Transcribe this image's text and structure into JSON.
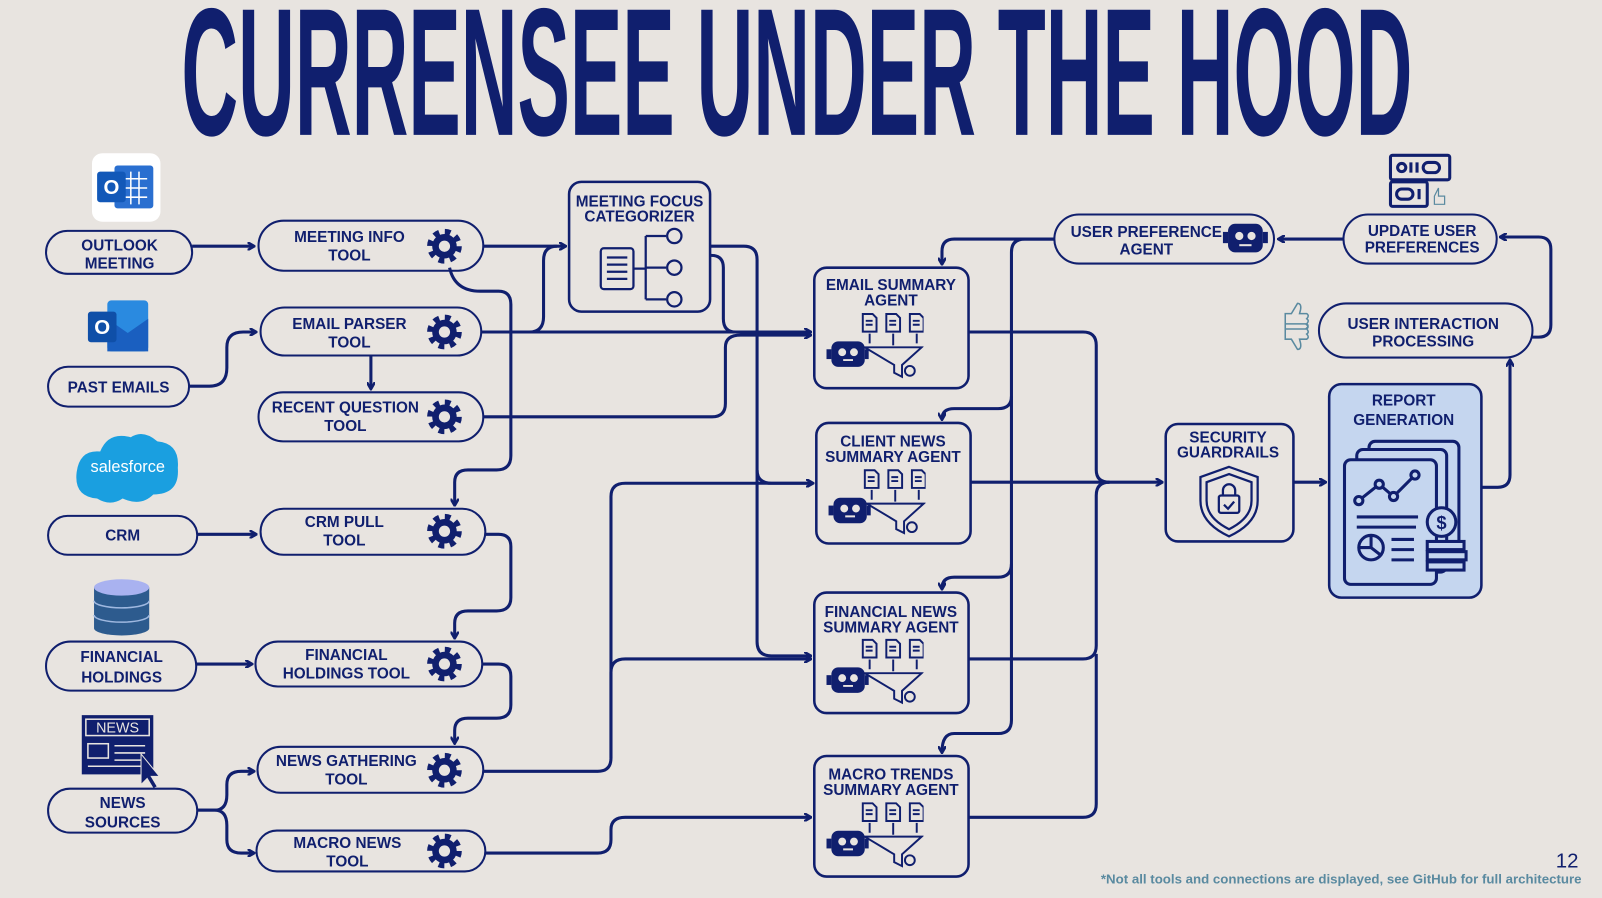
{
  "title": "CURRENSEE UNDER THE HOOD",
  "colors": {
    "primary": "#101f6e",
    "background": "#e8e4e0",
    "report_fill": "#c5d6ef",
    "note": "#5a8aa0"
  },
  "sources": [
    {
      "lines": [
        "OUTLOOK",
        "MEETING"
      ],
      "icon": "outlook-calendar-icon"
    },
    {
      "lines": [
        "PAST EMAILS"
      ],
      "icon": "outlook-mail-icon"
    },
    {
      "lines": [
        "CRM"
      ],
      "icon": "salesforce-icon",
      "icon_text": "salesforce"
    },
    {
      "lines": [
        "FINANCIAL",
        "HOLDINGS"
      ],
      "icon": "database-icon"
    },
    {
      "lines": [
        "NEWS",
        "SOURCES"
      ],
      "icon": "newspaper-icon",
      "icon_text": "NEWS"
    }
  ],
  "tools": [
    {
      "lines": [
        "MEETING INFO",
        "TOOL"
      ]
    },
    {
      "lines": [
        "EMAIL PARSER",
        "TOOL"
      ]
    },
    {
      "lines": [
        "RECENT QUESTION",
        "TOOL"
      ]
    },
    {
      "lines": [
        "CRM PULL",
        "TOOL"
      ]
    },
    {
      "lines": [
        "FINANCIAL",
        "HOLDINGS TOOL"
      ]
    },
    {
      "lines": [
        "NEWS GATHERING",
        "TOOL"
      ]
    },
    {
      "lines": [
        "MACRO NEWS",
        "TOOL"
      ]
    }
  ],
  "categorizer": {
    "lines": [
      "MEETING FOCUS",
      "CATEGORIZER"
    ]
  },
  "agents": [
    {
      "lines": [
        "EMAIL SUMMARY",
        "AGENT"
      ]
    },
    {
      "lines": [
        "CLIENT NEWS",
        "SUMMARY AGENT"
      ]
    },
    {
      "lines": [
        "FINANCIAL NEWS",
        "SUMMARY AGENT"
      ]
    },
    {
      "lines": [
        "MACRO TRENDS",
        "SUMMARY AGENT"
      ]
    }
  ],
  "user_pref_agent": {
    "lines": [
      "USER PREFERENCE",
      "AGENT"
    ]
  },
  "security": {
    "lines": [
      "SECURITY",
      "GUARDRAILS"
    ]
  },
  "report": {
    "lines": [
      "REPORT",
      "GENERATION"
    ]
  },
  "update_prefs": {
    "lines": [
      "UPDATE USER",
      "PREFERENCES"
    ]
  },
  "interaction": {
    "lines": [
      "USER INTERACTION",
      "PROCESSING"
    ]
  },
  "footer": {
    "page_number": "12",
    "note": "*Not all tools and connections are displayed, see GitHub for full architecture"
  }
}
